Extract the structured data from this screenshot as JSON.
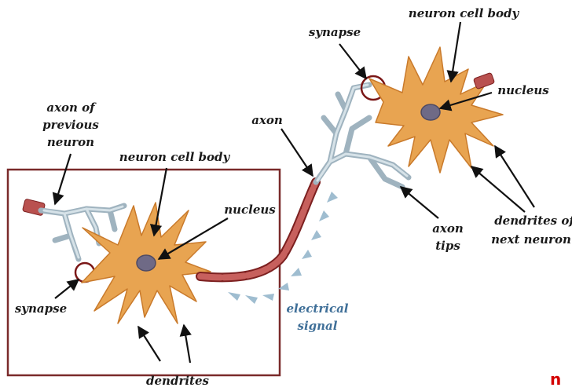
{
  "labels": {
    "axon_previous": [
      "axon of",
      "previous",
      "neuron"
    ],
    "cell_body_left": "neuron cell body",
    "nucleus_left": "nucleus",
    "synapse_left": "synapse",
    "dendrites_left": "dendrites",
    "axon": "axon",
    "electrical_signal": [
      "electrical",
      "signal"
    ],
    "synapse_right": "synapse",
    "cell_body_right": "neuron cell body",
    "nucleus_right": "nucleus",
    "axon_tips": [
      "axon",
      "tips"
    ],
    "dendrites_next": [
      "dendrites of",
      "next neuron"
    ],
    "corner_fragment": "n"
  },
  "colors": {
    "cell_body": "#e8a451",
    "nucleus": "#6f6a86",
    "axon_segment": "#b9514f",
    "terminal": "#9fb3bf",
    "signal_arrow": "#9fbdd0",
    "signal_text": "#3f6f98",
    "frame": "#7a2a2a",
    "corner_text": "#d40000"
  }
}
